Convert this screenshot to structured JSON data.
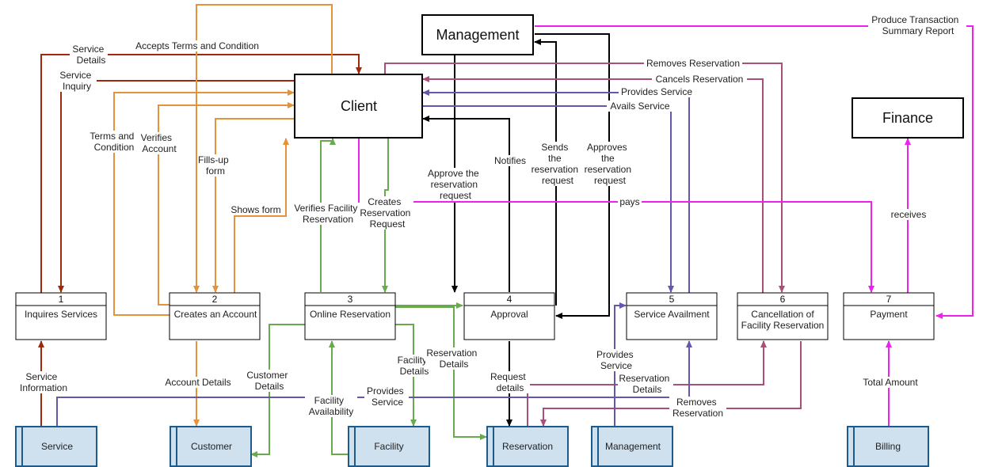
{
  "entities": {
    "client": "Client",
    "management": "Management",
    "finance": "Finance"
  },
  "processes": [
    {
      "num": "1",
      "name": "Inquires Services"
    },
    {
      "num": "2",
      "name": "Creates an Account"
    },
    {
      "num": "3",
      "name": "Online Reservation"
    },
    {
      "num": "4",
      "name": "Approval"
    },
    {
      "num": "5",
      "name": "Service Availment"
    },
    {
      "num": "6",
      "name_line1": "Cancellation of",
      "name_line2": "Facility Reservation"
    },
    {
      "num": "7",
      "name": "Payment"
    }
  ],
  "stores": [
    "Service",
    "Customer",
    "Facility",
    "Reservation",
    "Management",
    "Billing"
  ],
  "flows": {
    "service_details": [
      "Service",
      "Details"
    ],
    "service_inquiry": [
      "Service",
      "Inquiry"
    ],
    "accepts_terms": "Accepts Terms and Condition",
    "terms_and_condition": [
      "Terms and",
      "Condition"
    ],
    "verifies_account": [
      "Verifies",
      "Account"
    ],
    "fills_up_form": [
      "Fills-up",
      "form"
    ],
    "shows_form": "Shows form",
    "verifies_facility_reservation": [
      "Verifies Facility",
      "Reservation"
    ],
    "creates_reservation_request": [
      "Creates",
      "Reservation",
      "Request"
    ],
    "approve_reservation_request": [
      "Approve the",
      "reservation",
      "request"
    ],
    "notifies": "Notifies",
    "sends_reservation_request": [
      "Sends",
      "the",
      "reservation",
      "request"
    ],
    "approves_reservation_request": [
      "Approves",
      "the",
      "reservation",
      "request"
    ],
    "removes_reservation_top": "Removes Reservation",
    "cancels_reservation": "Cancels Reservation",
    "provides_service_top": "Provides Service",
    "avails_service": "Avails Service",
    "produce_report": [
      "Produce Transaction",
      "Summary Report"
    ],
    "pays": "pays",
    "receives": "receives",
    "service_information": [
      "Service",
      "Information"
    ],
    "account_details": "Account Details",
    "customer_details": [
      "Customer",
      "Details"
    ],
    "provides_service_bottom": [
      "Provides",
      "Service"
    ],
    "facility_availability": [
      "Facility",
      "Availability"
    ],
    "facility_details": [
      "Facility",
      "Details"
    ],
    "reservation_details_left": [
      "Reservation",
      "Details"
    ],
    "request_details": [
      "Request",
      "details"
    ],
    "provides_service_mgmt": [
      "Provides",
      "Service"
    ],
    "reservation_details_right": [
      "Reservation",
      "Details"
    ],
    "removes_reservation_bottom": [
      "Removes",
      "Reservation"
    ],
    "total_amount": "Total Amount"
  },
  "colors": {
    "dark_red": "#9e2a0b",
    "orange": "#e6923a",
    "green": "#6aaa4f",
    "black": "#000000",
    "mauve": "#a8507a",
    "purple": "#6656b0",
    "magenta": "#ee22ee",
    "store_fill": "#cfe0ef",
    "store_border": "#1e5a8a"
  }
}
